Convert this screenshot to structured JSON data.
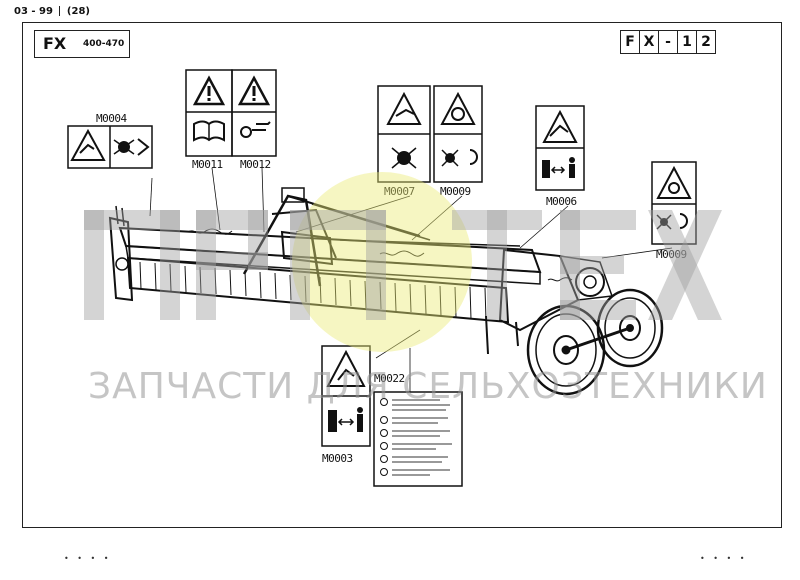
{
  "header": {
    "date": "03 - 99",
    "page": "(28)"
  },
  "model": {
    "name": "FX",
    "subtitle": "400-470"
  },
  "code_chars": [
    "F",
    "X",
    "-",
    "1",
    "2"
  ],
  "decals": {
    "m0004": "M0004",
    "m0011": "M0011",
    "m0012": "M0012",
    "m0007": "M0007",
    "m0009a": "M0009",
    "m0006": "M0006",
    "m0009b": "M0009",
    "m0022": "M0022",
    "m0003": "M0003"
  },
  "watermark": {
    "caption": "ЗАПЧАСТИ ДЛЯ СЕЛЬХОЗТЕХНИКИ"
  },
  "footer": {
    "left": "• • • •",
    "right": "• • • •"
  }
}
